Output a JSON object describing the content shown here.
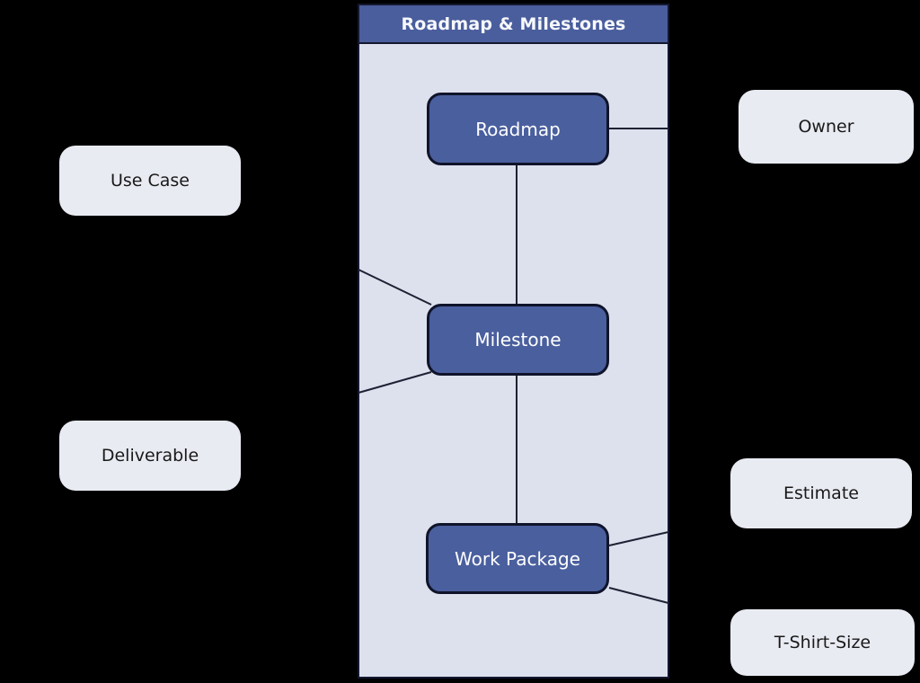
{
  "lane": {
    "title": "Roadmap & Milestones"
  },
  "nodes": {
    "roadmap": {
      "label": "Roadmap"
    },
    "milestone": {
      "label": "Milestone"
    },
    "work_package": {
      "label": "Work Package"
    },
    "use_case": {
      "label": "Use Case"
    },
    "deliverable": {
      "label": "Deliverable"
    },
    "owner": {
      "label": "Owner"
    },
    "estimate": {
      "label": "Estimate"
    },
    "t_shirt_size": {
      "label": "T-Shirt-Size"
    }
  },
  "edges": [
    {
      "from": "roadmap",
      "to": "milestone"
    },
    {
      "from": "milestone",
      "to": "work_package"
    },
    {
      "from": "roadmap",
      "to": "owner"
    },
    {
      "from": "use_case",
      "to": "milestone"
    },
    {
      "from": "milestone",
      "to": "deliverable"
    },
    {
      "from": "work_package",
      "to": "estimate"
    },
    {
      "from": "work_package",
      "to": "t_shirt_size"
    }
  ],
  "colors": {
    "background": "#000000",
    "lane_header_fill": "#4a5e9d",
    "lane_body_fill": "#dde1ee",
    "lane_border": "#141830",
    "node_blue_fill": "#4a5f9e",
    "node_blue_border": "#10142a",
    "node_blue_text": "#ffffff",
    "node_light_fill": "#e9ebf3",
    "node_light_text": "#191919",
    "edge_line": "#1d2133"
  }
}
